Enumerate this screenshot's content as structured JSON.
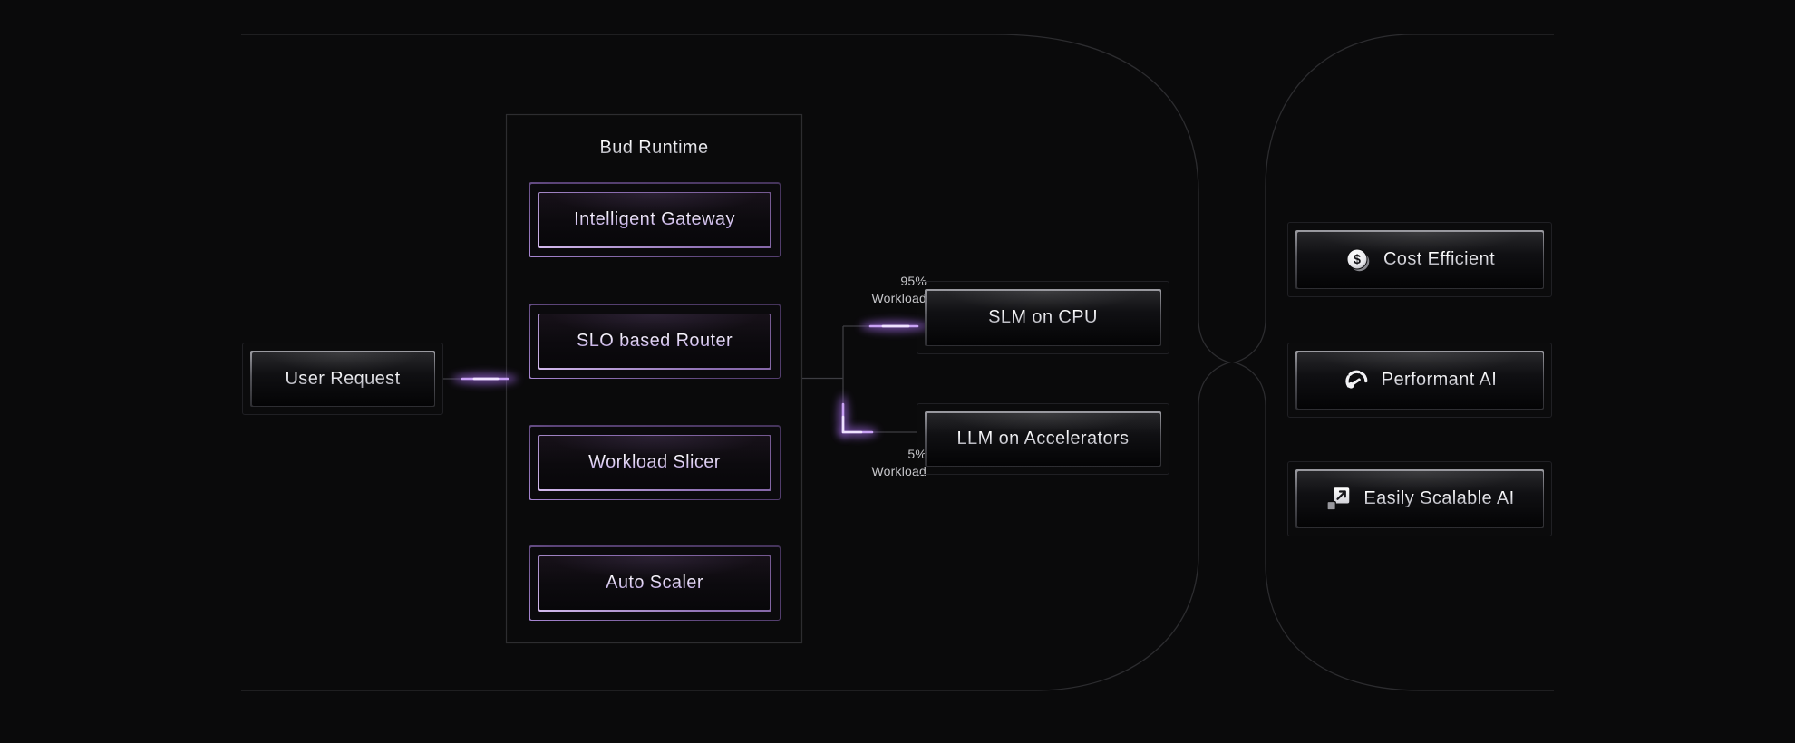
{
  "runtime": {
    "title": "Bud Runtime",
    "boxes": [
      {
        "label": "Intelligent Gateway"
      },
      {
        "label": "SLO based Router"
      },
      {
        "label": "Workload Slicer"
      },
      {
        "label": "Auto Scaler"
      }
    ]
  },
  "user_request": {
    "label": "User Request"
  },
  "branches": {
    "top": {
      "percent": "95%",
      "unit": "Workload",
      "node": {
        "label": "SLM on CPU"
      }
    },
    "bottom": {
      "percent": "5%",
      "unit": "Workload",
      "node": {
        "label": "LLM on Accelerators"
      }
    }
  },
  "benefits": [
    {
      "icon": "dollar-coin-icon",
      "label": "Cost Efficient"
    },
    {
      "icon": "gauge-icon",
      "label": "Performant AI"
    },
    {
      "icon": "scale-expand-icon",
      "label": "Easily Scalable AI"
    }
  ],
  "colors": {
    "background": "#0a0a0b",
    "panel_outline": "#2c2c2f",
    "container_outline": "#2d2d30",
    "connector": "#3d3d42",
    "glow_purple": "#9b66dd",
    "glow_core": "#e9d6ff",
    "label_gray": "#c6c6ca",
    "purple_border_dark": "#44335a",
    "purple_border_bright": "#d4bbee"
  }
}
